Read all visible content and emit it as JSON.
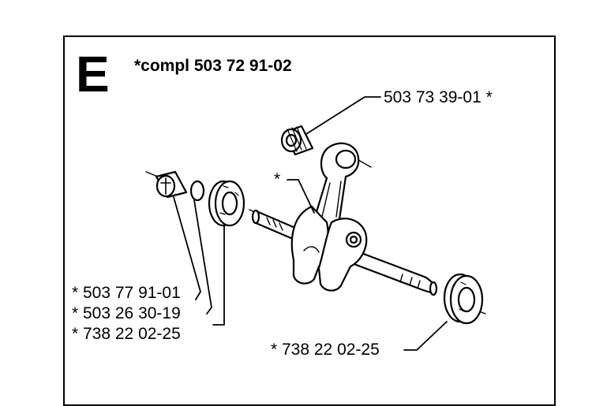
{
  "section": {
    "letter": "E",
    "title": "*compl 503 72 91-02"
  },
  "parts": [
    {
      "id": "rod-bearing",
      "label": "503 73 39-01 *"
    },
    {
      "id": "crank-mark",
      "label": "*"
    },
    {
      "id": "needle-bearing",
      "label": "* 503 77 91-01"
    },
    {
      "id": "circlip",
      "label": "* 503 26 30-19"
    },
    {
      "id": "left-ball-bearing",
      "label": "* 738 22 02-25"
    },
    {
      "id": "right-ball-bearing",
      "label": "* 738 22 02-25"
    }
  ]
}
